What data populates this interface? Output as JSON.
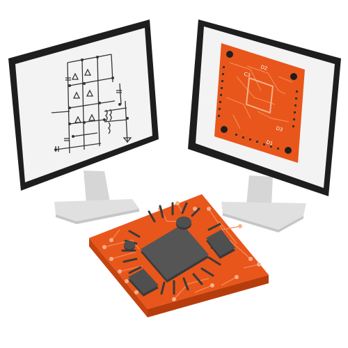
{
  "scene": {
    "left_monitor": {
      "screen_content": "circuit-schematic"
    },
    "right_monitor": {
      "screen_content": "pcb-layout",
      "silkscreen_labels": [
        "D2",
        "D1",
        "C3",
        "D3"
      ]
    },
    "foreground_board": {
      "content": "pcb-with-central-chip"
    }
  },
  "colors": {
    "pcb": "#e8561b",
    "pcb_edge": "#c4430f",
    "pcb_light": "#f48a55",
    "chip": "#4a4a4a",
    "chip_top": "#595959",
    "bezel": "#1e1e1e",
    "screen": "#f3f3f3",
    "stand": "#dcdcdc",
    "stand_dark": "#c2c2c2",
    "schematic_line": "#333333"
  }
}
